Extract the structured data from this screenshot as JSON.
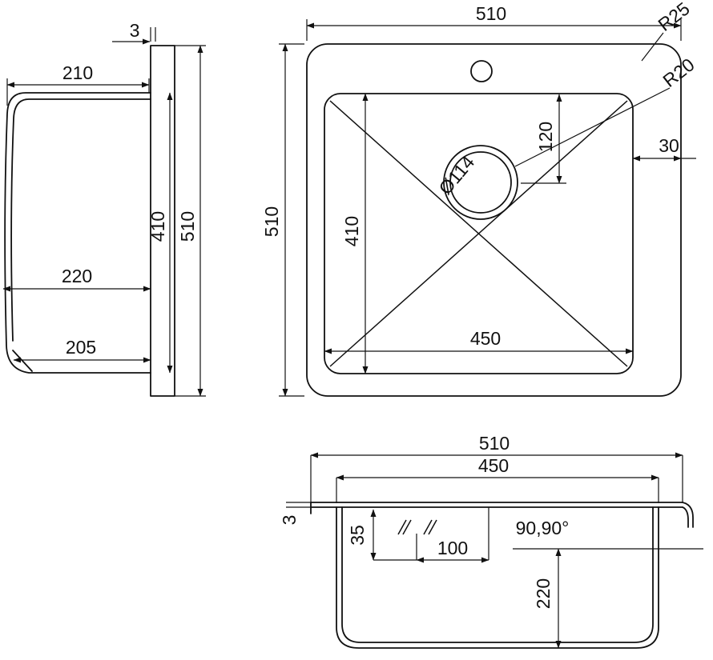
{
  "views": {
    "side": {
      "thickness": "3",
      "depth_top": "210",
      "depth_outer": "220",
      "depth_inner": "205",
      "length_bowl": "410",
      "length_overall": "510"
    },
    "plan": {
      "width_overall": "510",
      "length_overall": "510",
      "width_bowl": "450",
      "length_bowl": "410",
      "drain_diameter": "Ø114",
      "drain_offset": "120",
      "rim_side": "30",
      "radius_outer": "R25",
      "radius_bowl": "R20"
    },
    "section": {
      "width_overall": "510",
      "width_bowl": "450",
      "thickness": "3",
      "tap_hole_offset_v": "35",
      "tap_hole_offset_h": "100",
      "corner_angles": "90,90°",
      "depth": "220"
    }
  },
  "colors": {
    "line": "#111111",
    "background": "#ffffff"
  }
}
